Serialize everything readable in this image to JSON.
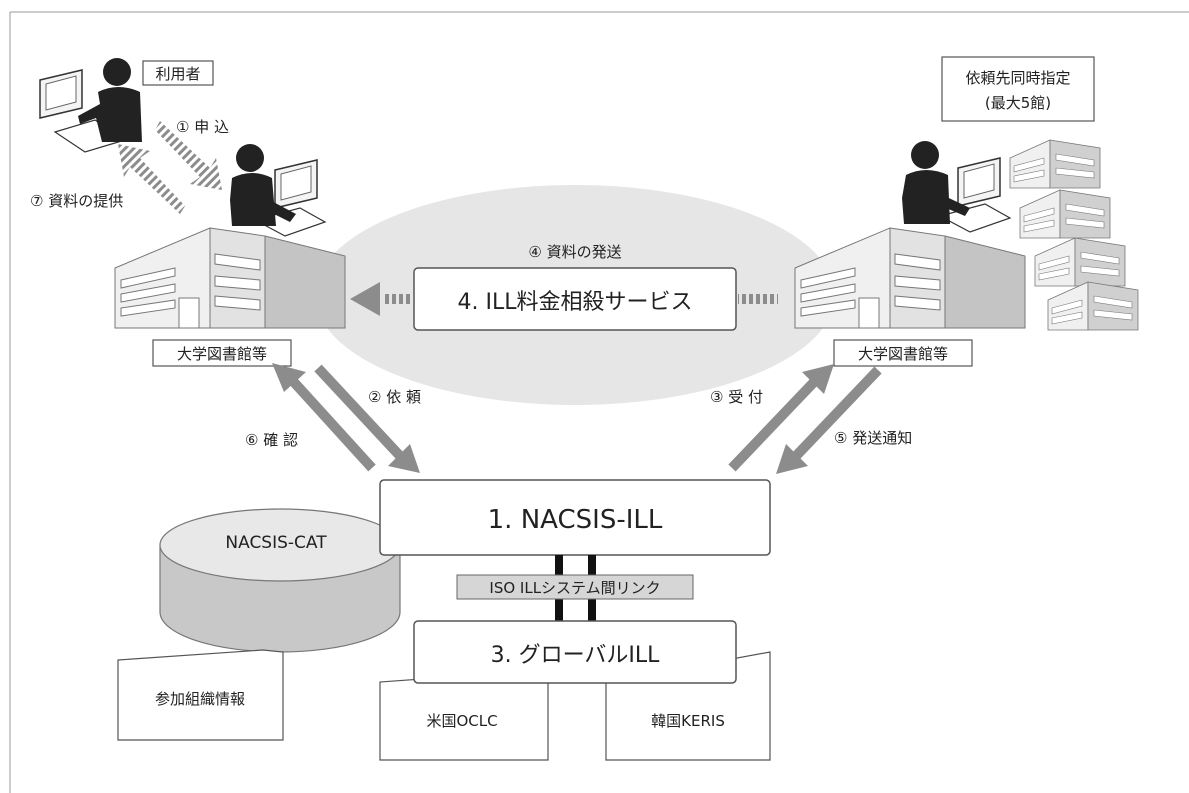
{
  "labels": {
    "user": "利用者",
    "request": "① 申 込",
    "provide": "⑦ 資料の提供",
    "multi_dest_line1": "依頼先同時指定",
    "multi_dest_line2": "(最大5館)",
    "ship_materials": "④ 資料の発送",
    "fee_service": "4. ILL料金相殺サービス",
    "univ_lib_left": "大学図書館等",
    "univ_lib_right": "大学図書館等",
    "ask": "② 依 頼",
    "confirm": "⑥ 確 認",
    "receive": "③ 受 付",
    "ship_notice": "⑤ 発送通知",
    "nacsis_ill": "1. NACSIS-ILL",
    "nacsis_cat": "NACSIS-CAT",
    "iso_link": "ISO ILLシステム間リンク",
    "global_ill": "3. グローバルILL",
    "member_info": "参加組織情報",
    "oclc": "米国OCLC",
    "keris": "韓国KERIS"
  },
  "colors": {
    "person": "#222222",
    "arrow": "#8c8c8c",
    "ellipse": "#e6e6e6",
    "building_light": "#f0f0f0",
    "building_dark": "#c4c4c4",
    "cylinder": "#c8c8c8",
    "cylinder_top": "#e8e8e8",
    "link_box": "#d6d6d6"
  },
  "icons": {
    "person": "person-icon",
    "computer": "computer-icon",
    "building": "building-icon",
    "database": "database-icon"
  }
}
